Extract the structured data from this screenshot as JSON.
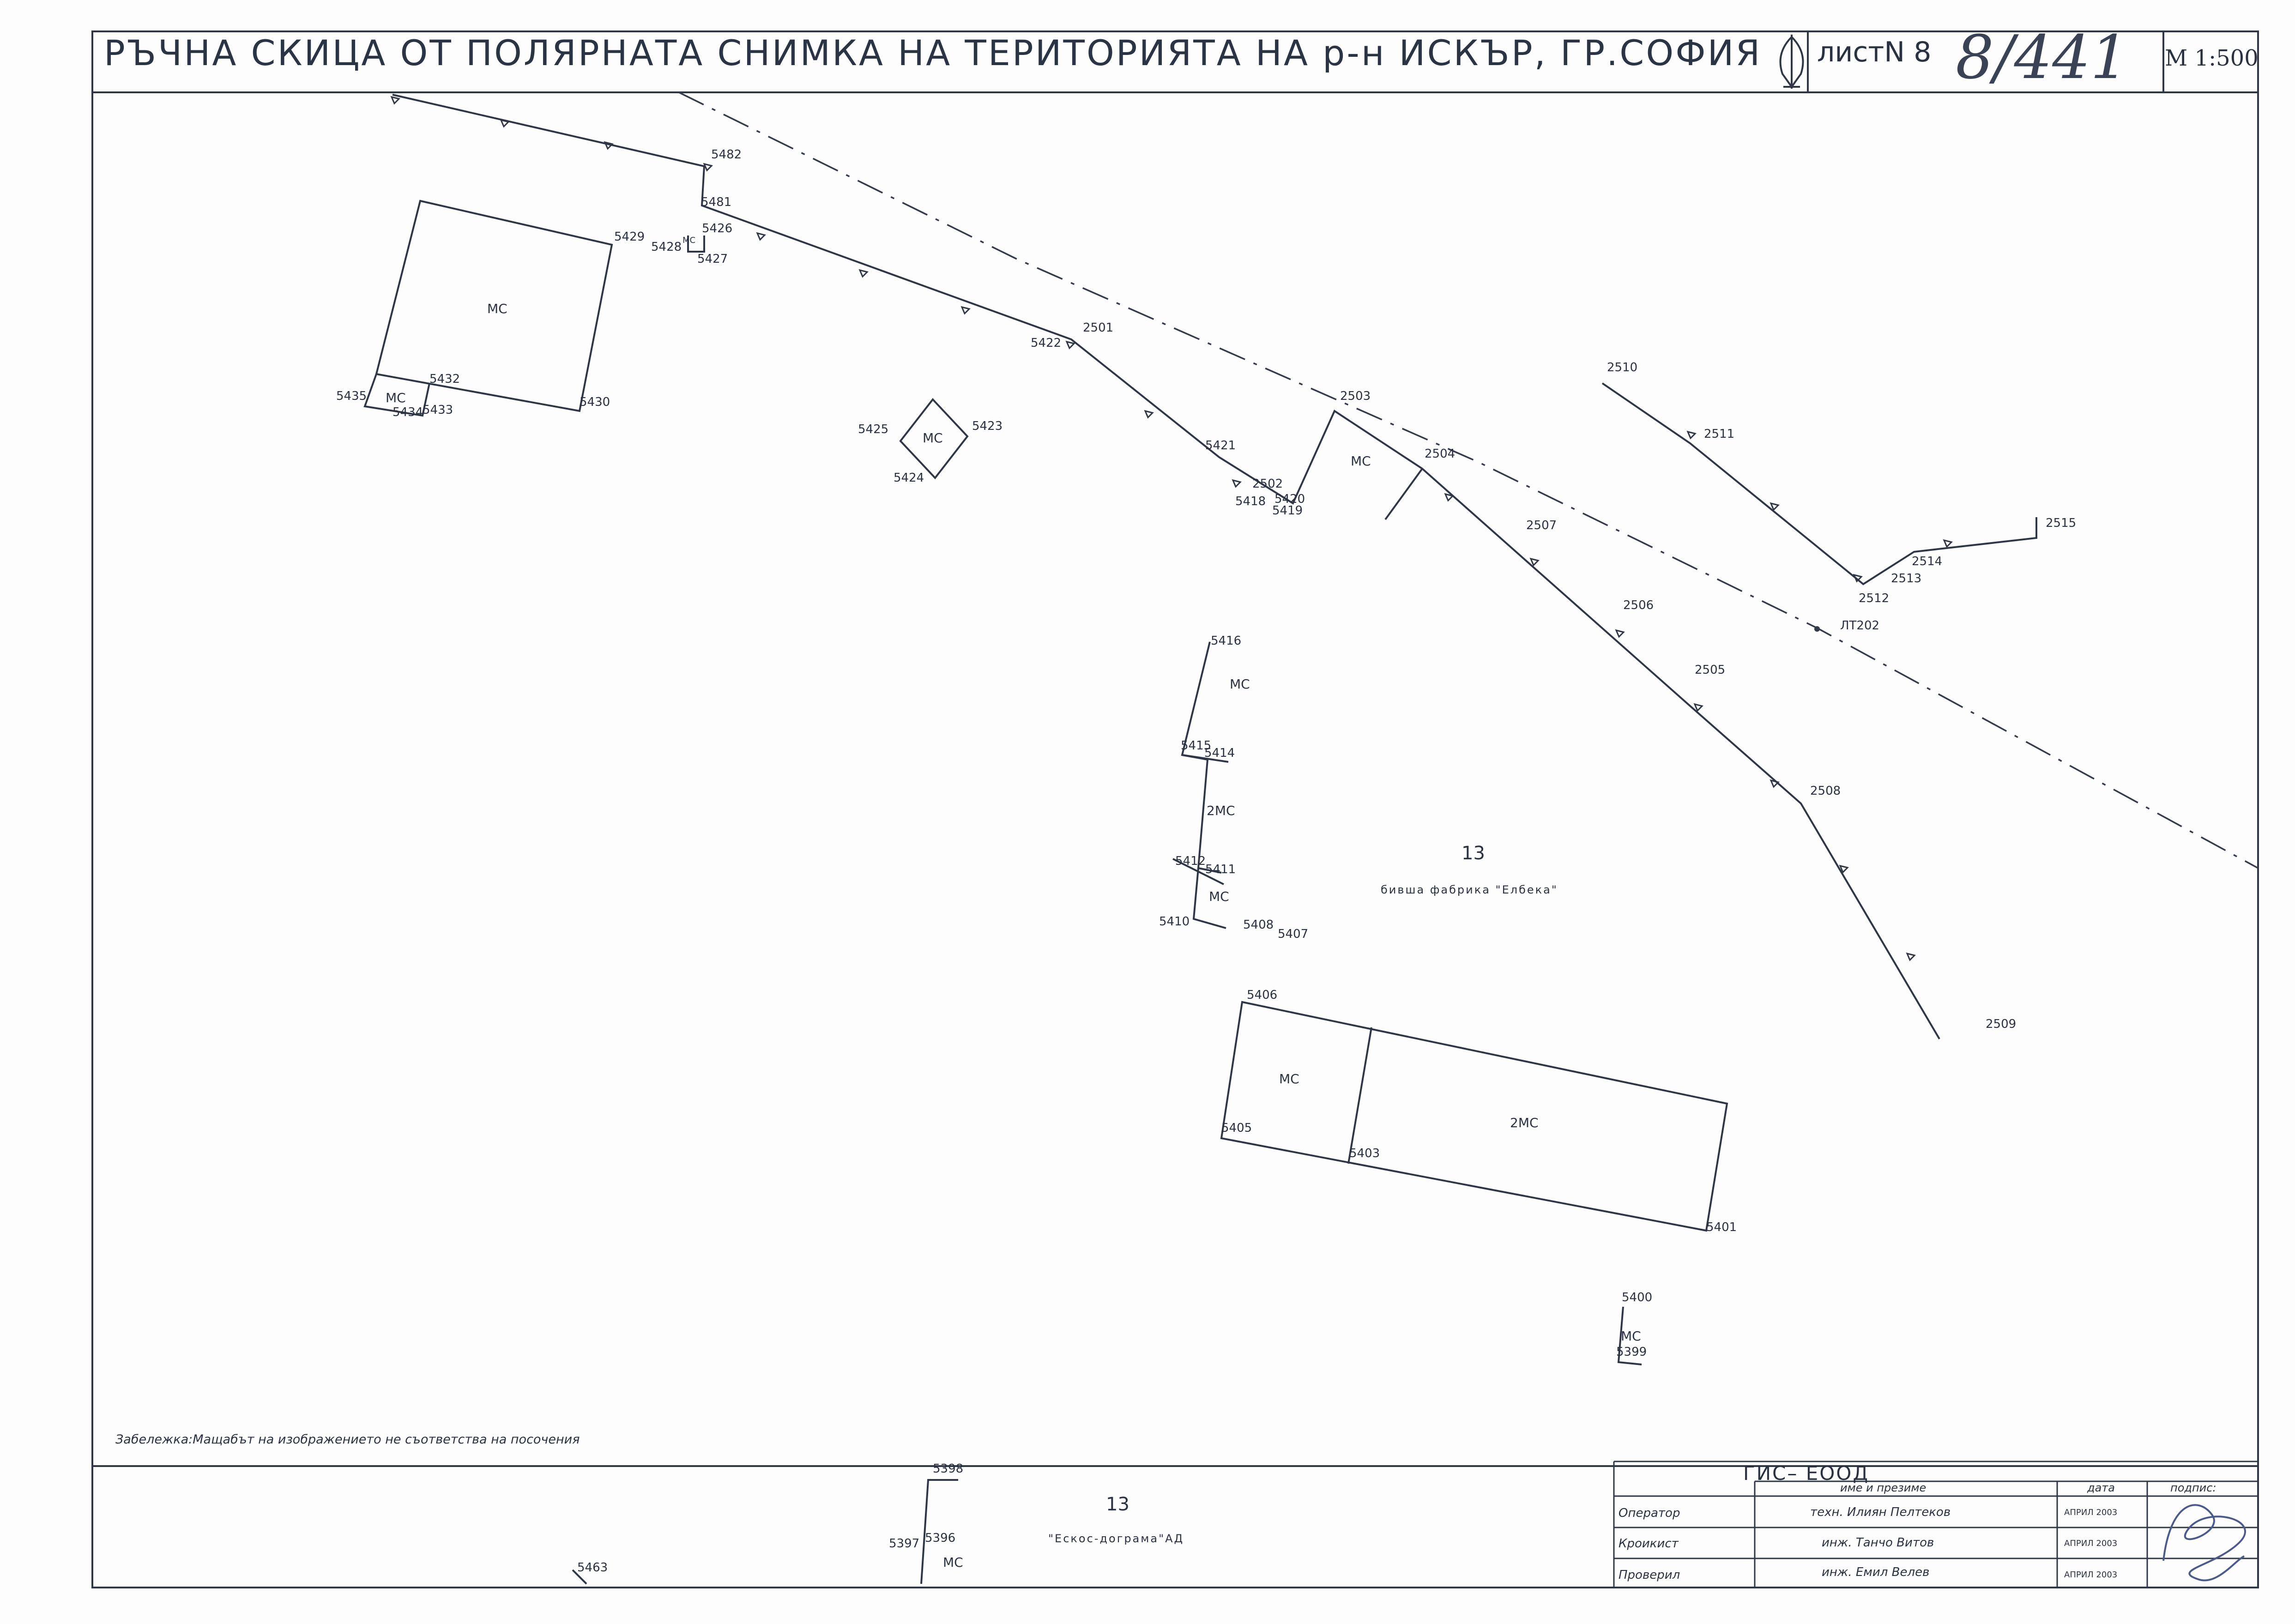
{
  "sheet": {
    "title": "РЪЧНА СКИЦА ОТ ПОЛЯРНАТА СНИМКА НА ТЕРИТОРИЯТА НА р-н ИСКЪР, ГР.СОФИЯ",
    "sheet_label": "листN 8",
    "handwritten_number": "8/441",
    "scale": "М 1:500"
  },
  "map": {
    "point_labels": [
      "5482",
      "5481",
      "5426",
      "5427",
      "5428",
      "5429",
      "5430",
      "5432",
      "5433",
      "5434",
      "5435",
      "5422",
      "2501",
      "5425",
      "5423",
      "5424",
      "5421",
      "5418",
      "5419",
      "5420",
      "2502",
      "2503",
      "2504",
      "2507",
      "2506",
      "2505",
      "2508",
      "2509",
      "2510",
      "2511",
      "2512",
      "2513",
      "2514",
      "2515",
      "ЛТ202",
      "5416",
      "5415",
      "5414",
      "5412",
      "5411",
      "5410",
      "5408",
      "5407",
      "5406",
      "5405",
      "5403",
      "5401",
      "5400",
      "5399",
      "5398",
      "5396",
      "5397",
      "5463"
    ],
    "building_labels": [
      "МС",
      "МС",
      "МС",
      "МС",
      "МС",
      "2МС",
      "МС",
      "МС",
      "2МС",
      "МС",
      "МС",
      "МС"
    ],
    "parcel_main": "13",
    "factory_label": "бивша фабрика \"Елбека\"",
    "parcel_lower": "13",
    "company_lower": "\"Ескос-дограма\"АД",
    "scale_note": "Забележка:Мащабът на изображението не съответства на посочения"
  },
  "title_block": {
    "company": "ГИС– ЕООД",
    "col_name": "име и презиме",
    "col_date": "дата",
    "col_sign": "подпис:",
    "rows": [
      {
        "role": "Оператор",
        "name": "техн. Илиян Пелтеков",
        "date": "АПРИЛ 2003"
      },
      {
        "role": "Кроикист",
        "name": "инж. Танчо Витов",
        "date": "АПРИЛ 2003"
      },
      {
        "role": "Проверил",
        "name": "инж. Емил Велев",
        "date": "АПРИЛ 2003"
      }
    ]
  }
}
